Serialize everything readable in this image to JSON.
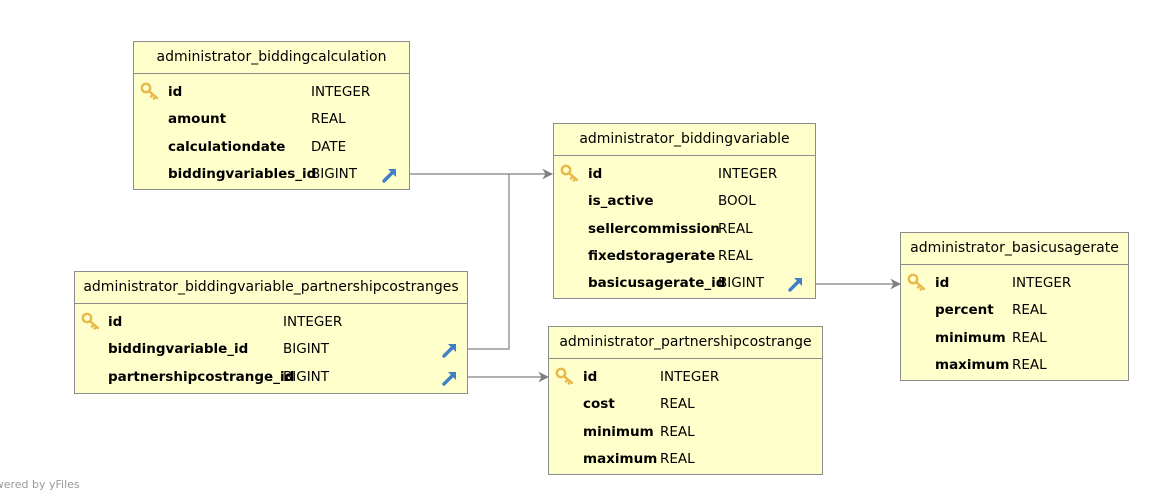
{
  "tables": [
    {
      "name": "administrator_biddingcalculation",
      "columns": [
        {
          "name": "id",
          "type": "INTEGER",
          "pk": true,
          "fk": false
        },
        {
          "name": "amount",
          "type": "REAL",
          "pk": false,
          "fk": false
        },
        {
          "name": "calculationdate",
          "type": "DATE",
          "pk": false,
          "fk": false
        },
        {
          "name": "biddingvariables_id",
          "type": "BIGINT",
          "pk": false,
          "fk": true
        }
      ]
    },
    {
      "name": "administrator_biddingvariable",
      "columns": [
        {
          "name": "id",
          "type": "INTEGER",
          "pk": true,
          "fk": false
        },
        {
          "name": "is_active",
          "type": "BOOL",
          "pk": false,
          "fk": false
        },
        {
          "name": "sellercommission",
          "type": "REAL",
          "pk": false,
          "fk": false
        },
        {
          "name": "fixedstoragerate",
          "type": "REAL",
          "pk": false,
          "fk": false
        },
        {
          "name": "basicusagerate_id",
          "type": "BIGINT",
          "pk": false,
          "fk": true
        }
      ]
    },
    {
      "name": "administrator_basicusagerate",
      "columns": [
        {
          "name": "id",
          "type": "INTEGER",
          "pk": true,
          "fk": false
        },
        {
          "name": "percent",
          "type": "REAL",
          "pk": false,
          "fk": false
        },
        {
          "name": "minimum",
          "type": "REAL",
          "pk": false,
          "fk": false
        },
        {
          "name": "maximum",
          "type": "REAL",
          "pk": false,
          "fk": false
        }
      ]
    },
    {
      "name": "administrator_biddingvariable_partnershipcostranges",
      "columns": [
        {
          "name": "id",
          "type": "INTEGER",
          "pk": true,
          "fk": false
        },
        {
          "name": "biddingvariable_id",
          "type": "BIGINT",
          "pk": false,
          "fk": true
        },
        {
          "name": "partnershipcostrange_id",
          "type": "BIGINT",
          "pk": false,
          "fk": true
        }
      ]
    },
    {
      "name": "administrator_partnershipcostrange",
      "columns": [
        {
          "name": "id",
          "type": "INTEGER",
          "pk": true,
          "fk": false
        },
        {
          "name": "cost",
          "type": "REAL",
          "pk": false,
          "fk": false
        },
        {
          "name": "minimum",
          "type": "REAL",
          "pk": false,
          "fk": false
        },
        {
          "name": "maximum",
          "type": "REAL",
          "pk": false,
          "fk": false
        }
      ]
    }
  ],
  "relationships": [
    {
      "from_table": "administrator_biddingcalculation",
      "from_column": "biddingvariables_id",
      "to_table": "administrator_biddingvariable"
    },
    {
      "from_table": "administrator_biddingvariable",
      "from_column": "basicusagerate_id",
      "to_table": "administrator_basicusagerate"
    },
    {
      "from_table": "administrator_biddingvariable_partnershipcostranges",
      "from_column": "biddingvariable_id",
      "to_table": "administrator_biddingvariable"
    },
    {
      "from_table": "administrator_biddingvariable_partnershipcostranges",
      "from_column": "partnershipcostrange_id",
      "to_table": "administrator_partnershipcostrange"
    }
  ],
  "watermark": "owered by yFiles",
  "colors": {
    "table_fill": "#ffffcc",
    "border": "#8c8c8c",
    "connector": "#808080",
    "pk_icon": "#e8b84a",
    "fk_icon": "#3f7fc8"
  }
}
